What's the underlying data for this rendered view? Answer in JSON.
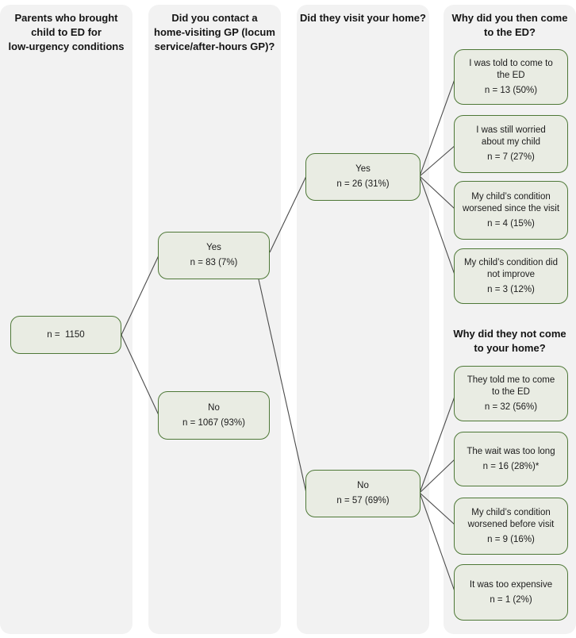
{
  "figure": {
    "columns": [
      {
        "id": "parents",
        "header_lines": [
          "Parents who brought",
          "child to ED for",
          "low-urgency conditions"
        ]
      },
      {
        "id": "contact_gp",
        "header_lines": [
          "Did you contact a",
          "home-visiting GP (locum",
          "service/after-hours GP)?"
        ]
      },
      {
        "id": "visit_home",
        "header_lines": [
          "Did they visit your home?"
        ]
      },
      {
        "id": "why_ed",
        "header_lines": [
          "Why did you then come",
          "to the ED?"
        ],
        "header2_lines": [
          "Why did they not come",
          "to your home?"
        ]
      }
    ],
    "nodes": {
      "root": {
        "lines": [
          "n =  1150"
        ]
      },
      "gp_yes": {
        "lines": [
          "Yes"
        ],
        "n": "n = 83 (7%)"
      },
      "gp_no": {
        "lines": [
          "No"
        ],
        "n": "n = 1067 (93%)"
      },
      "visit_yes": {
        "lines": [
          "Yes"
        ],
        "n": "n = 26 (31%)"
      },
      "visit_no": {
        "lines": [
          "No"
        ],
        "n": "n = 57 (69%)"
      },
      "told_to_come": {
        "lines": [
          "I was told to come to",
          "the ED"
        ],
        "n": "n = 13 (50%)"
      },
      "still_worried": {
        "lines": [
          "I was still worried",
          "about my child"
        ],
        "n": "n = 7 (27%)"
      },
      "worsened_since": {
        "lines": [
          "My child’s condition",
          "worsened since the visit"
        ],
        "n": "n = 4 (15%)"
      },
      "not_improve": {
        "lines": [
          "My child’s condition did",
          "not improve"
        ],
        "n": "n = 3 (12%)"
      },
      "they_told_me": {
        "lines": [
          "They told me to come",
          "to the ED"
        ],
        "n": "n = 32 (56%)"
      },
      "wait_too_long": {
        "lines": [
          "The wait was too long"
        ],
        "n": "n = 16 (28%)*"
      },
      "worsened_before": {
        "lines": [
          "My child’s condition",
          "worsened before visit"
        ],
        "n": "n = 9 (16%)"
      },
      "too_expensive": {
        "lines": [
          "It was too expensive"
        ],
        "n": "n = 1 (2%)"
      }
    },
    "edges": [
      {
        "from": "root",
        "to": "gp_yes"
      },
      {
        "from": "root",
        "to": "gp_no"
      },
      {
        "from": "gp_yes",
        "to": "visit_yes"
      },
      {
        "from": "gp_yes",
        "to": "visit_no"
      },
      {
        "from": "visit_yes",
        "to": "told_to_come"
      },
      {
        "from": "visit_yes",
        "to": "still_worried"
      },
      {
        "from": "visit_yes",
        "to": "worsened_since"
      },
      {
        "from": "visit_yes",
        "to": "not_improve"
      },
      {
        "from": "visit_no",
        "to": "they_told_me"
      },
      {
        "from": "visit_no",
        "to": "wait_too_long"
      },
      {
        "from": "visit_no",
        "to": "worsened_before"
      },
      {
        "from": "visit_no",
        "to": "too_expensive"
      }
    ],
    "colors": {
      "column_bg": "#f2f2f2",
      "node_fill": "#e9ece3",
      "node_border": "#4e7837",
      "edge": "#4b4b4b",
      "text": "#1c1c1c"
    }
  }
}
